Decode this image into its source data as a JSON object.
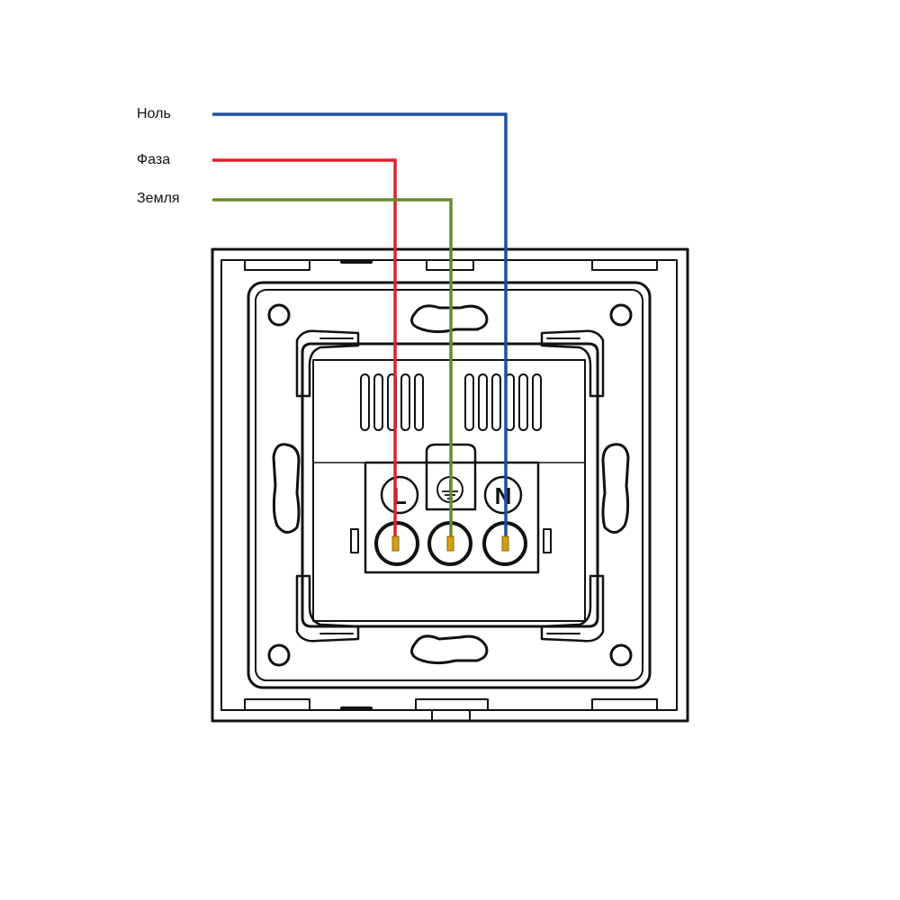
{
  "wires": [
    {
      "id": "neutral",
      "label": "Ноль",
      "color": "#1f4e9e"
    },
    {
      "id": "phase",
      "label": "Фаза",
      "color": "#e0202a"
    },
    {
      "id": "earth",
      "label": "Земля",
      "color": "#6b8a2f"
    }
  ],
  "terminals": {
    "phase_letter": "L",
    "neutral_letter": "N",
    "earth_symbol": "ground-icon"
  },
  "colors": {
    "outline": "#111111",
    "background": "#ffffff",
    "contact": "#d4a017"
  }
}
